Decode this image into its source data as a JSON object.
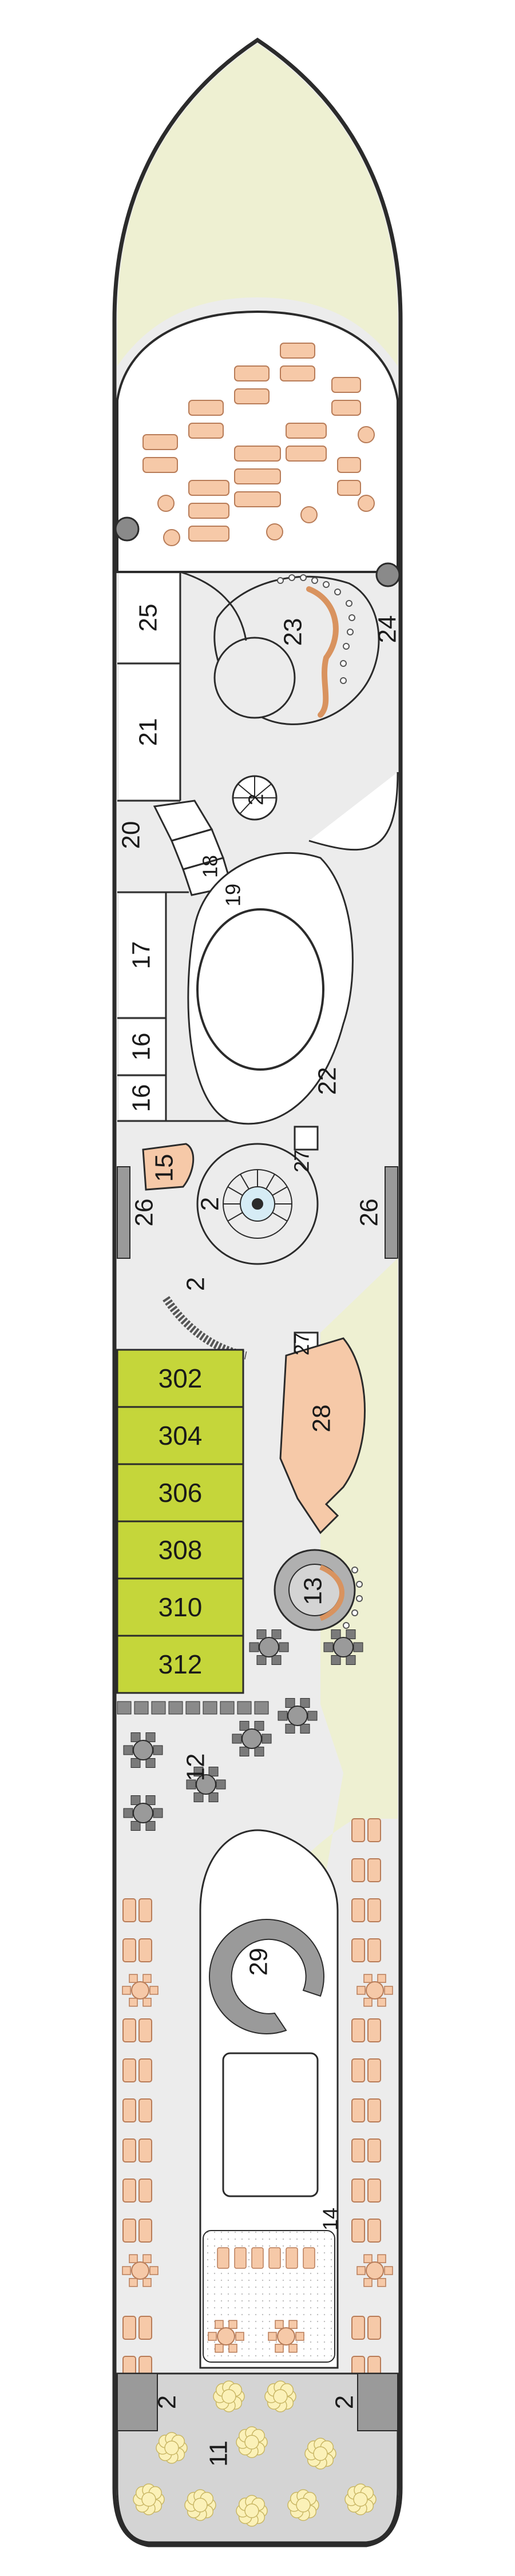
{
  "deck": {
    "cabins": [
      "302",
      "304",
      "306",
      "308",
      "310",
      "312"
    ],
    "labels": {
      "l2a": "2",
      "l2b": "2",
      "l2c": "2",
      "l2d": "2",
      "l2e": "2",
      "l11": "11",
      "l12": "12",
      "l13": "13",
      "l14": "14",
      "l15": "15",
      "l16a": "16",
      "l16b": "16",
      "l17": "17",
      "l18": "18",
      "l19": "19",
      "l20": "20",
      "l21": "21",
      "l22": "22",
      "l23": "23",
      "l24": "24",
      "l25": "25",
      "l26a": "26",
      "l26b": "26",
      "l27a": "27",
      "l27b": "27",
      "l28": "28",
      "l29": "29"
    }
  },
  "colors": {
    "hull_outline": "#2b2b2b",
    "deck_floor": "#ececec",
    "bow_area": "#eef0d2",
    "cabin_green": "#c5d63a",
    "furniture_peach": "#f6c9a8",
    "furniture_stroke": "#b87c58",
    "grey_fixture": "#7a7a7a",
    "sun_deck": "#d4d4d4",
    "flower": "#fbf1b8"
  }
}
